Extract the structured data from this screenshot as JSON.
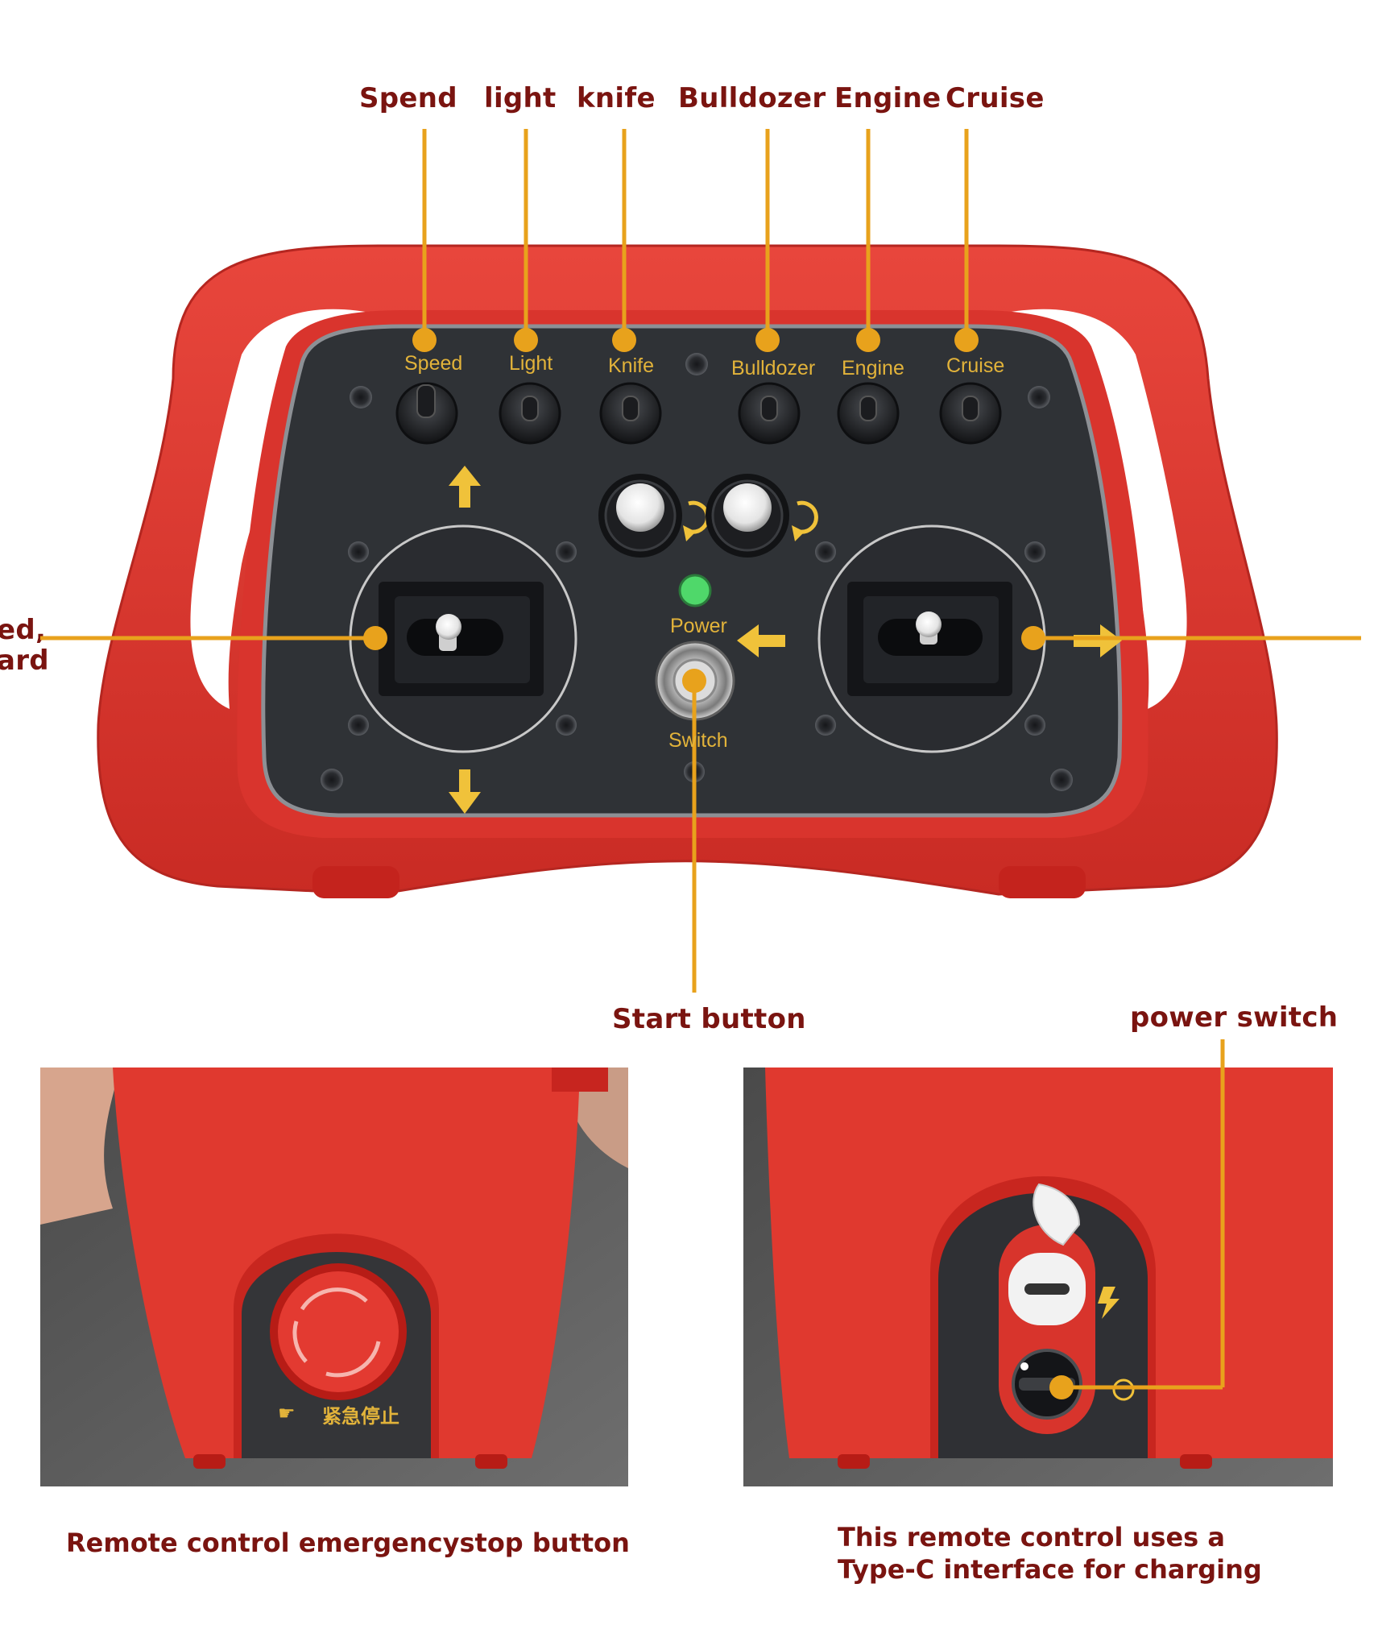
{
  "top_callouts": [
    "Spend",
    "light",
    "knife",
    "Bulldozer",
    "Engine",
    "Cruise"
  ],
  "panel_labels": [
    "Speed",
    "Light",
    "Knife",
    "Bulldozer",
    "Engine",
    "Cruise"
  ],
  "left_callout": [
    "ed,",
    "ard"
  ],
  "power_label": "Power",
  "switch_label": "Switch",
  "start_button_label": "Start button",
  "power_switch_label": "power switch",
  "estop_chinese_label": "紧急停止",
  "caption_left": "Remote control emergencystop button",
  "caption_right_line1": "This remote control uses a",
  "caption_right_line2": "Type-C interface for charging",
  "colors": {
    "callout_text": "#7a1410",
    "leader_line": "#e8a21c",
    "housing_red": "#e23b33",
    "panel_dark": "#2f3236",
    "panel_print": "#e2b33a",
    "power_led": "#4fd86a"
  }
}
